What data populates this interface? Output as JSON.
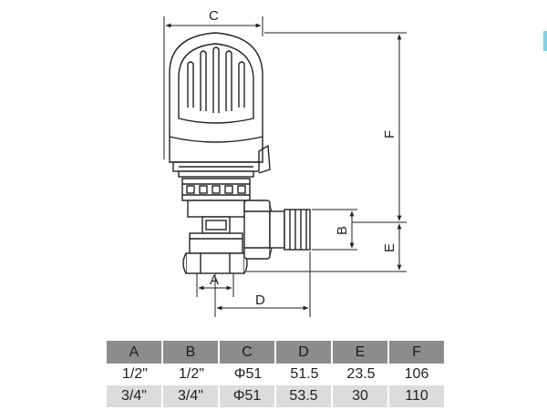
{
  "dimension_labels": {
    "a": "A",
    "b": "B",
    "c": "C",
    "d": "D",
    "e": "E",
    "f": "F"
  },
  "table": {
    "headers": [
      "A",
      "B",
      "C",
      "D",
      "E",
      "F"
    ],
    "rows": [
      [
        "1/2\"",
        "1/2\"",
        "Φ51",
        "51.5",
        "23.5",
        "106"
      ],
      [
        "3/4\"",
        "3/4\"",
        "Φ51",
        "53.5",
        "30",
        "110"
      ]
    ]
  },
  "colors": {
    "header_bg": "#8c8c8c",
    "alt_row_bg": "#dcdcdc",
    "line": "#222222"
  }
}
